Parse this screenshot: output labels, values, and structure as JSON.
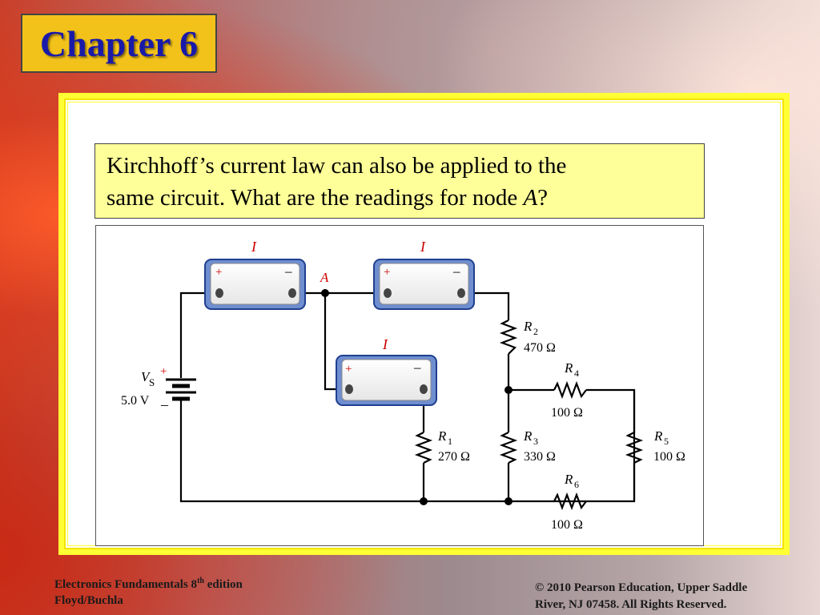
{
  "slide": {
    "chapter_title": "Chapter 6",
    "question_line1": "Kirchhoff’s current law can also be applied to the",
    "question_line2_prefix": "same circuit. What are the readings for node ",
    "question_node": "A",
    "question_suffix": "?"
  },
  "circuit": {
    "meters": [
      {
        "current_label": "I",
        "plus": "+",
        "minus": "–"
      },
      {
        "current_label": "I",
        "plus": "+",
        "minus": "–"
      },
      {
        "current_label": "I",
        "plus": "+",
        "minus": "–"
      }
    ],
    "node_label": "A",
    "source": {
      "name": "V",
      "subscript": "S",
      "value": "5.0 V",
      "plus": "+",
      "minus": "–"
    },
    "resistors": [
      {
        "name": "R",
        "sub": "1",
        "value": "270 Ω"
      },
      {
        "name": "R",
        "sub": "2",
        "value": "470 Ω"
      },
      {
        "name": "R",
        "sub": "3",
        "value": "330 Ω"
      },
      {
        "name": "R",
        "sub": "4",
        "value": "100 Ω"
      },
      {
        "name": "R",
        "sub": "5",
        "value": "100 Ω"
      },
      {
        "name": "R",
        "sub": "6",
        "value": "100 Ω"
      }
    ]
  },
  "footer": {
    "book_title": "Electronics Fundamentals 8",
    "book_sup": "th",
    "book_edition": " edition",
    "authors": "Floyd/Buchla",
    "copyright_line1": "© 2010 Pearson Education, Upper Saddle",
    "copyright_line2": "River, NJ 07458.  All Rights Reserved."
  }
}
